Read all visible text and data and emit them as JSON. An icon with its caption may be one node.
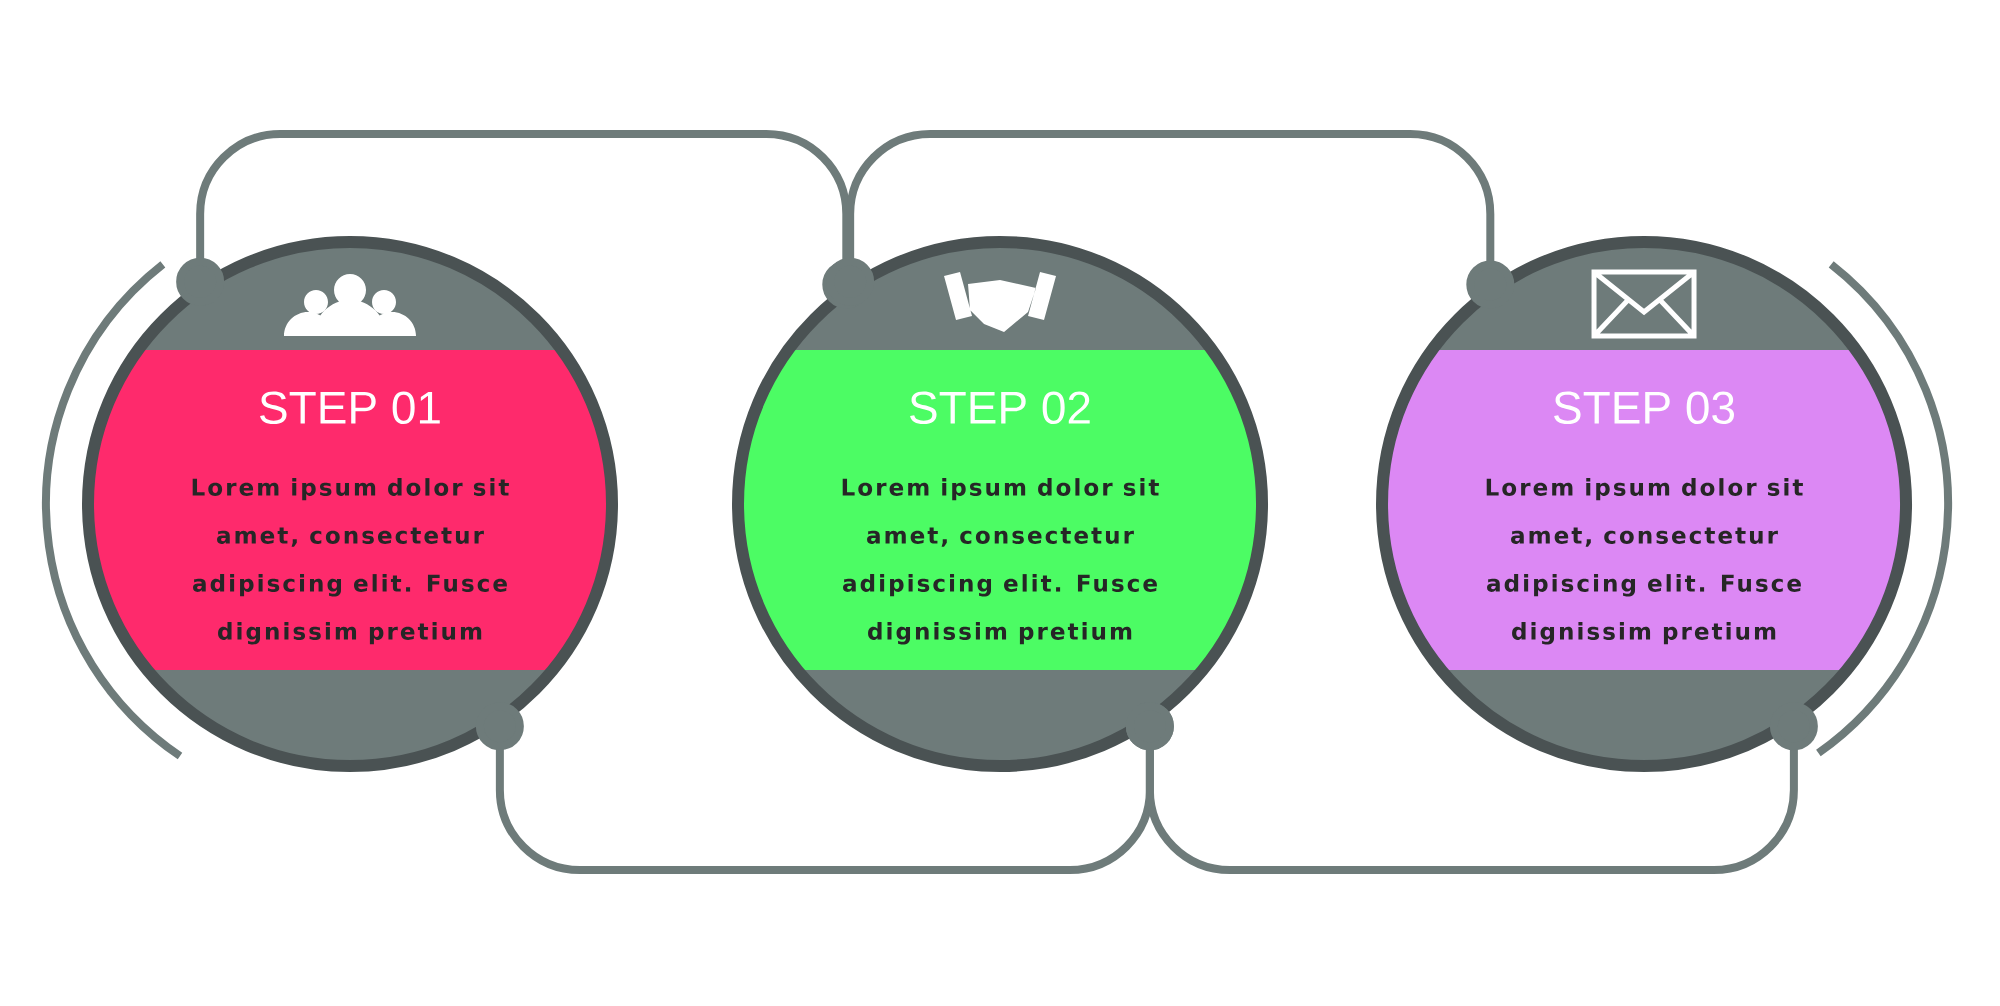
{
  "diagram": {
    "nodes": [
      {
        "text": [
          "STEP 01",
          "Lorem ipsum dolor sit amet, consectetur adipiscing elit. Fusce dignissim pretium"
        ]
      },
      {
        "text": [
          "STEP 02",
          "Lorem ipsum dolor sit amet, consectetur adipiscing elit. Fusce dignissim pretium"
        ]
      },
      {
        "text": [
          "STEP 03",
          "Lorem ipsum dolor sit amet, consectetur adipiscing elit. Fusce dignissim pretium"
        ]
      }
    ],
    "edges": [
      {
        "from": 0,
        "to": 1,
        "arrow": "other"
      },
      {
        "from": 1,
        "to": 2,
        "arrow": "other"
      },
      {
        "from": 0,
        "to": 1,
        "arrow": "other"
      },
      {
        "from": 1,
        "to": 2,
        "arrow": "other"
      }
    ]
  }
}
